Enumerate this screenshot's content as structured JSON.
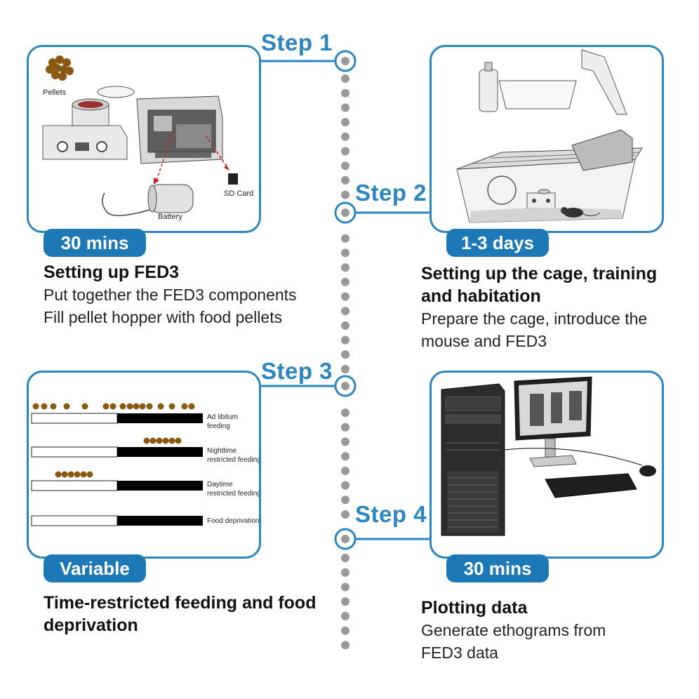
{
  "steps": [
    {
      "label": "Step 1",
      "duration": "30 mins",
      "heading": "Setting up FED3",
      "desc": [
        "Put together the FED3 components",
        "Fill pellet hopper with food pellets"
      ],
      "parts": {
        "pellets": "Pellets",
        "sd_card": "SD Card",
        "battery": "Battery"
      }
    },
    {
      "label": "Step 2",
      "duration": "1-3 days",
      "heading": [
        "Setting up the cage, training",
        "and habitation"
      ],
      "desc": [
        "Prepare the cage, introduce the",
        "mouse and FED3"
      ]
    },
    {
      "label": "Step 3",
      "duration": "Variable",
      "heading": [
        "Time-restricted feeding and food",
        "deprivation"
      ],
      "conditions": [
        {
          "label": [
            "Ad libitum",
            "feeding"
          ]
        },
        {
          "label": [
            "Nighttime",
            "restricted feeding"
          ]
        },
        {
          "label": [
            "Daytime",
            "restricted feeding"
          ]
        },
        {
          "label": [
            "Food deprivation"
          ]
        }
      ]
    },
    {
      "label": "Step 4",
      "duration": "30 mins",
      "heading": "Plotting data",
      "desc": [
        "Generate ethograms from",
        "FED3 data"
      ]
    }
  ],
  "colors": {
    "accent": "#2a86c0",
    "badge": "#1d79b6",
    "pellet": "#8b5a12",
    "timeline_dot": "#999999"
  }
}
